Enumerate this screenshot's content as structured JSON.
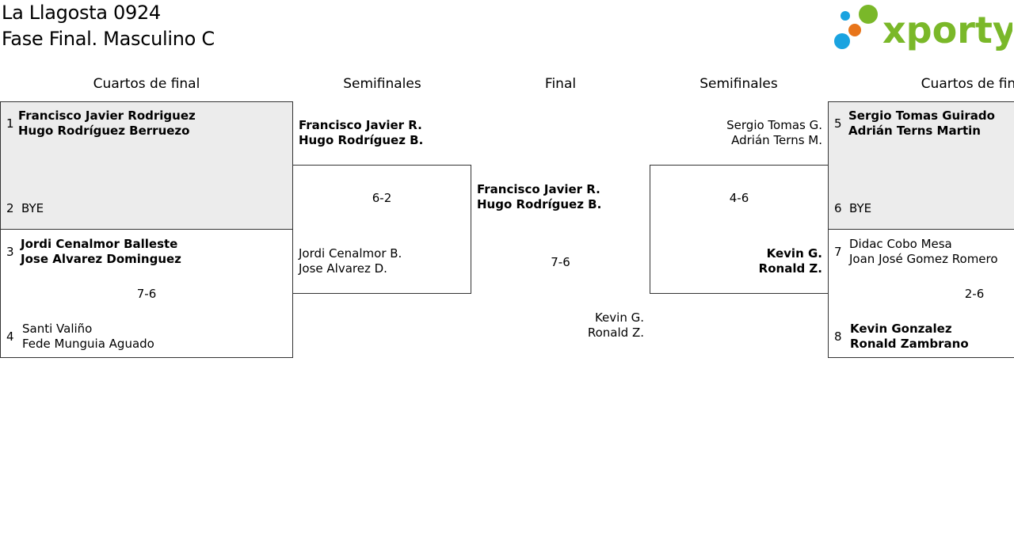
{
  "header": {
    "title_line1": "La Llagosta 0924",
    "title_line2": "Fase Final. Masculino C",
    "logo_text": "xporty"
  },
  "rounds": {
    "quarters_left": "Cuartos de final",
    "semis_left": "Semifinales",
    "final": "Final",
    "semis_right": "Semifinales",
    "quarters_right": "Cuartos de final"
  },
  "quarters": {
    "m1": {
      "seed_a": "1",
      "a1": "Francisco Javier Rodriguez",
      "a2": "Hugo Rodríguez Berruezo",
      "seed_b": "2",
      "b1": "BYE"
    },
    "m2": {
      "seed_a": "3",
      "a1": "Jordi Cenalmor Balleste",
      "a2": "Jose Alvarez Dominguez",
      "score": "7-6",
      "seed_b": "4",
      "b1": "Santi Valiño",
      "b2": "Fede Munguia Aguado"
    },
    "m3": {
      "seed_a": "5",
      "a1": "Sergio Tomas Guirado",
      "a2": "Adrián Terns Martin",
      "seed_b": "6",
      "b1": "BYE"
    },
    "m4": {
      "seed_a": "7",
      "a1": "Didac Cobo Mesa",
      "a2": "Joan José Gomez Romero",
      "score": "2-6",
      "seed_b": "8",
      "b1": "Kevin Gonzalez",
      "b2": "Ronald Zambrano"
    }
  },
  "semis": {
    "left": {
      "a1": "Francisco Javier R.",
      "a2": "Hugo Rodríguez B.",
      "score": "6-2",
      "b1": "Jordi Cenalmor B.",
      "b2": "Jose Alvarez D."
    },
    "right": {
      "a1": "Sergio Tomas G.",
      "a2": "Adrián Terns M.",
      "score": "4-6",
      "b1": "Kevin G.",
      "b2": "Ronald Z."
    }
  },
  "final": {
    "a1": "Francisco Javier R.",
    "a2": "Hugo Rodríguez B.",
    "score": "7-6",
    "b1": "Kevin G.",
    "b2": "Ronald Z."
  },
  "colors": {
    "logo_green": "#7ab829",
    "dot_blue": "#1aa3e0",
    "dot_orange": "#e8751a",
    "dot_green": "#7ab829",
    "bye_box_bg": "#ececec"
  }
}
